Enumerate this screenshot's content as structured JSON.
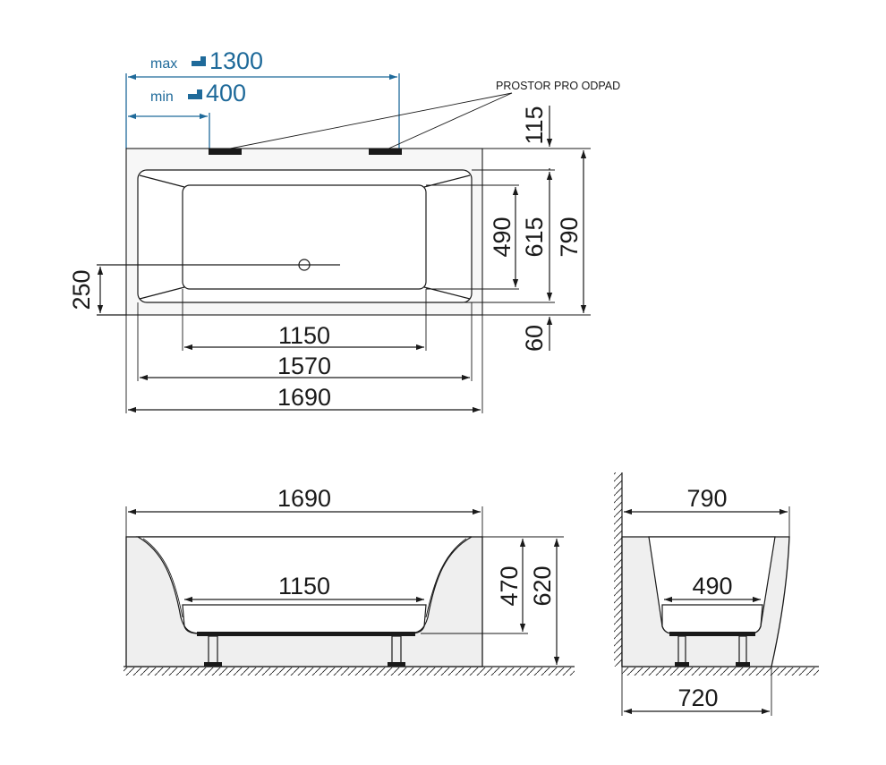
{
  "top_view": {
    "max_prefix": "max",
    "max_value": "1300",
    "min_prefix": "min",
    "min_value": "400",
    "waste_note": "PROSTOR PRO ODPAD",
    "dim_115": "115",
    "dim_490": "490",
    "dim_615": "615",
    "dim_790": "790",
    "dim_60": "60",
    "dim_250": "250",
    "dim_1150": "1150",
    "dim_1570": "1570",
    "dim_1690": "1690"
  },
  "front_view": {
    "dim_1690": "1690",
    "dim_1150": "1150",
    "dim_470": "470",
    "dim_620": "620"
  },
  "side_view": {
    "dim_790": "790",
    "dim_490": "490",
    "dim_720": "720"
  },
  "colors": {
    "line": "#1a1a1a",
    "accent_blue": "#1f6a9a",
    "panel_grey": "#efefef"
  }
}
